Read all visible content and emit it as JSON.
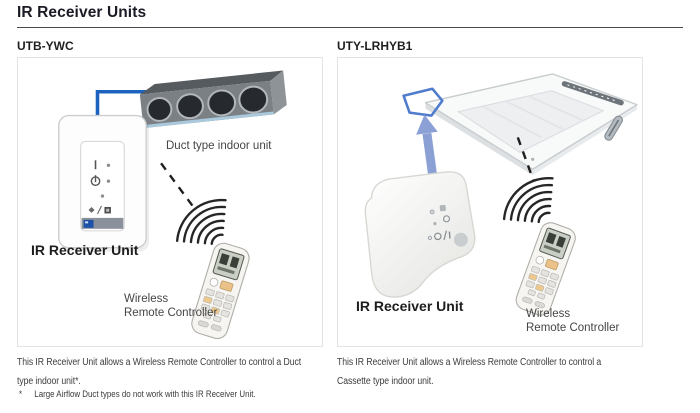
{
  "page": {
    "title": "IR Receiver Units"
  },
  "panels": {
    "left": {
      "model": "UTB-YWC",
      "labels": {
        "indoor_unit": "Duct type indoor unit",
        "receiver": "IR Receiver Unit",
        "remote_line1": "Wireless",
        "remote_line2": "Remote Controller"
      },
      "caption_line1": "This IR Receiver Unit allows a Wireless Remote Controller to control a Duct",
      "caption_line2": "type indoor unit*.",
      "footnote_marker": "*",
      "footnote": "Large Airflow Duct types do not work with this IR Receiver Unit."
    },
    "right": {
      "model": "UTY-LRHYB1",
      "labels": {
        "receiver": "IR Receiver Unit",
        "remote_line1": "Wireless",
        "remote_line2": "Remote Controller"
      },
      "caption_line1": "This IR Receiver Unit allows a Wireless Remote Controller to control a",
      "caption_line2": "Cassette type indoor unit."
    }
  },
  "colors": {
    "cable_blue": "#1c63c0",
    "arrow_blue": "#8ba1d6",
    "highlight_outline_blue": "#4f7ccd",
    "heading_text": "#1b1b26",
    "body_text": "#3d3d3d",
    "panel_border": "#e3e3e3"
  }
}
